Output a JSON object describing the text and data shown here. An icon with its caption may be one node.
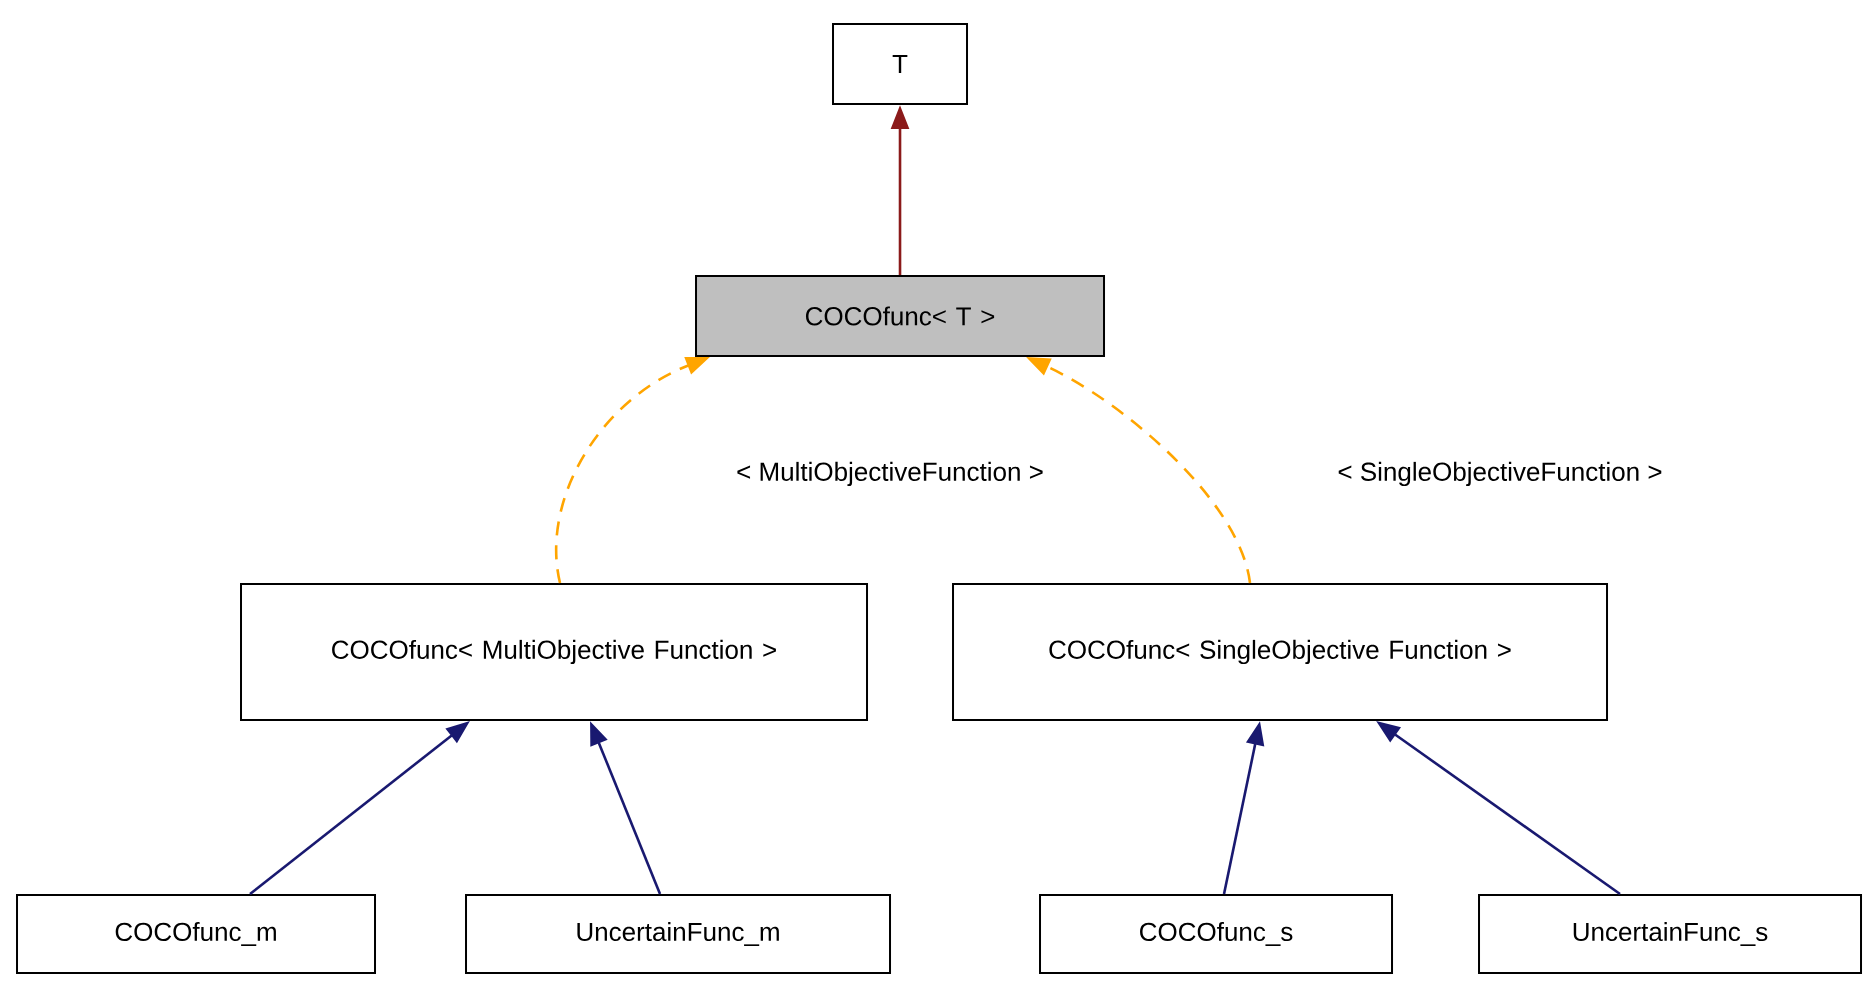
{
  "diagram": {
    "nodes": [
      {
        "text": [
          "T"
        ]
      },
      {
        "text": [
          "COCOfunc< T >"
        ]
      },
      {
        "text": [
          "COCOfunc< MultiObjective Function >"
        ]
      },
      {
        "text": [
          "COCOfunc< SingleObjective Function >"
        ]
      },
      {
        "text": [
          "COCOfunc_m"
        ]
      },
      {
        "text": [
          "UncertainFunc_m"
        ]
      },
      {
        "text": [
          "COCOfunc_s"
        ]
      },
      {
        "text": [
          "UncertainFunc_s"
        ]
      }
    ],
    "edges": [
      {
        "from": 1,
        "to": 0,
        "arrow": "to",
        "color": "#8b1a1a"
      },
      {
        "from": 2,
        "to": 1,
        "arrow": "to",
        "label": "< MultiObjectiveFunction >",
        "style": "dashed",
        "color": "#ffa500"
      },
      {
        "from": 3,
        "to": 1,
        "arrow": "to",
        "label": "< SingleObjectiveFunction >",
        "style": "dashed",
        "color": "#ffa500"
      },
      {
        "from": 4,
        "to": 2,
        "arrow": "to"
      },
      {
        "from": 5,
        "to": 2,
        "arrow": "to"
      },
      {
        "from": 6,
        "to": 3,
        "arrow": "to"
      },
      {
        "from": 7,
        "to": 3,
        "arrow": "to"
      }
    ]
  }
}
